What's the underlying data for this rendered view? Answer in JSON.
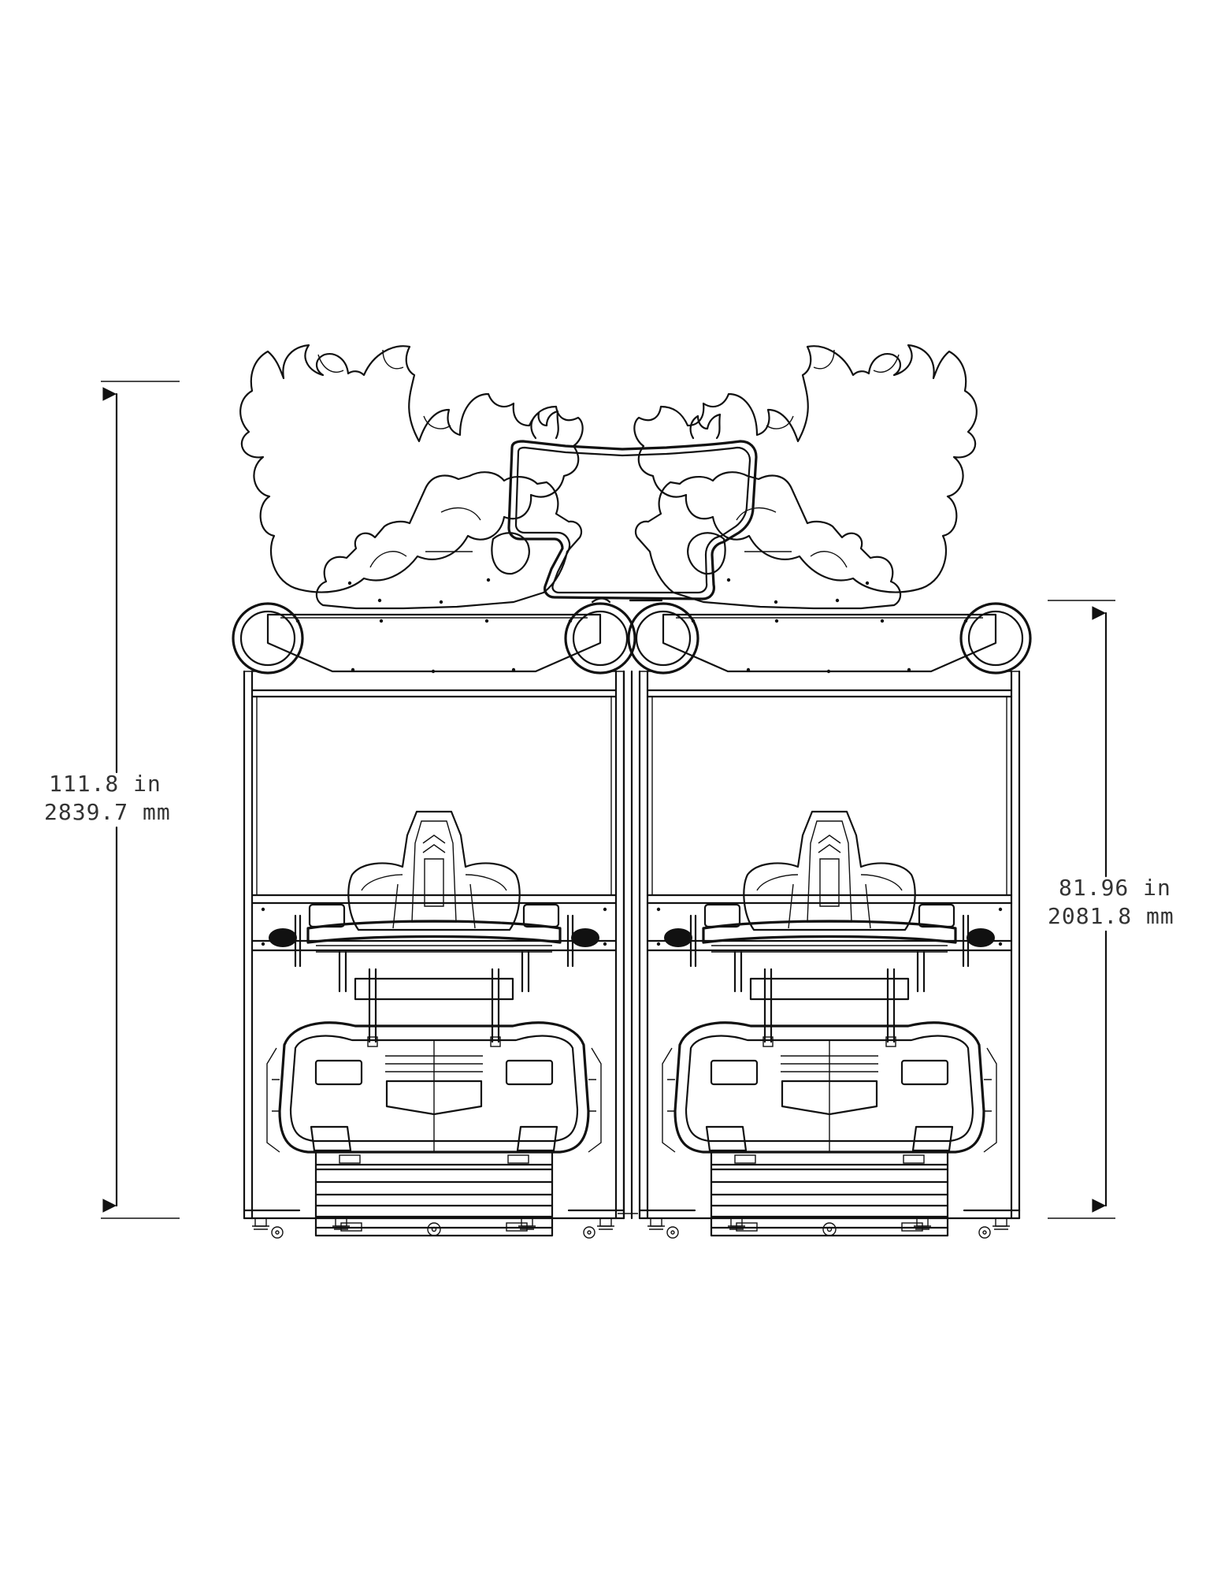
{
  "dimensions": {
    "overall_height": {
      "imperial": "111.8 in",
      "metric": "2839.7 mm"
    },
    "cabinet_height": {
      "imperial": "81.96 in",
      "metric": "2081.8 mm"
    }
  }
}
